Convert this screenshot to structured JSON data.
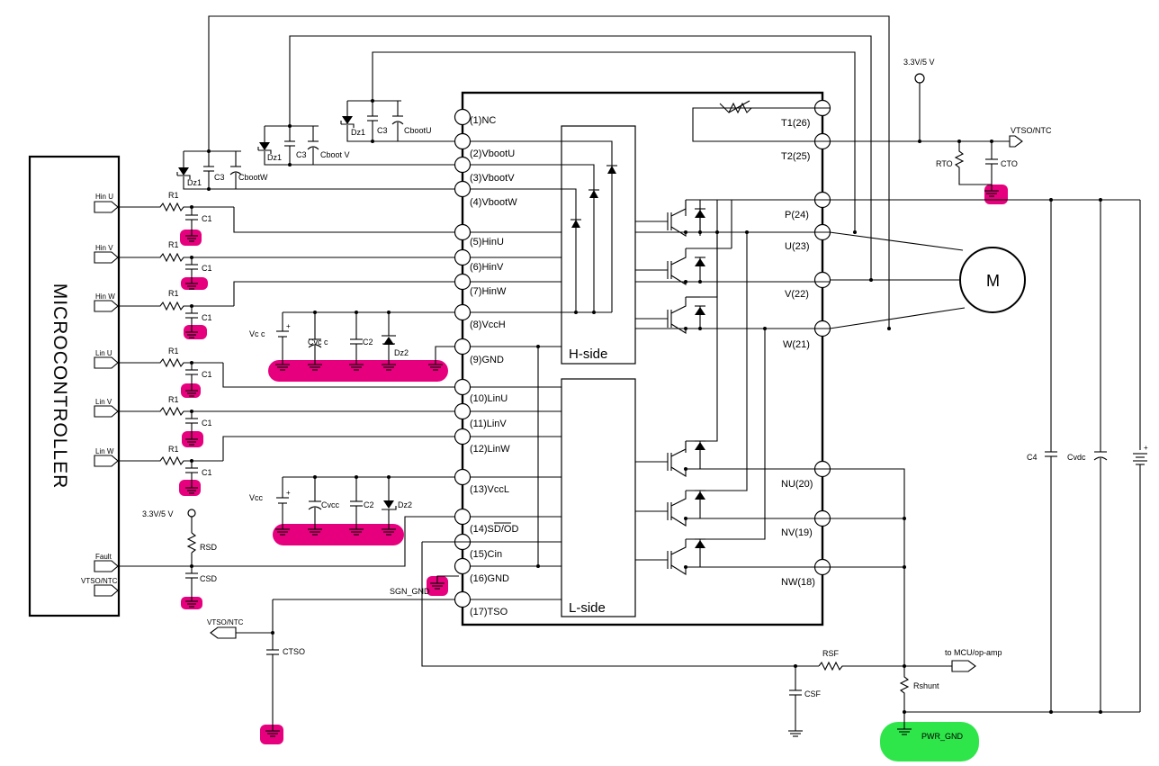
{
  "mcu": {
    "label": "MICROCONTROLLER"
  },
  "mcu_ports": [
    "Hin U",
    "Hin V",
    "Hin W",
    "Lin U",
    "Lin V",
    "Lin W",
    "Fault",
    "VTSO/NTC"
  ],
  "pins": [
    "(1)NC",
    "(2)VbootU",
    "(3)VbootV",
    "(4)VbootW",
    "(5)HinU",
    "(6)HinV",
    "(7)HinW",
    "(8)VccH",
    "(9)GND",
    "(10)LinU",
    "(11)LinV",
    "(12)LinW",
    "(13)VccL",
    "(14)SD/OD",
    "(15)Cin",
    "(16)GND",
    "(17)TSO"
  ],
  "right_pins": [
    "T1(26)",
    "T2(25)",
    "P(24)",
    "U(23)",
    "V(22)",
    "W(21)",
    "NU(20)",
    "NV(19)",
    "NW(18)"
  ],
  "blocks": {
    "high": "H-side",
    "low": "L-side"
  },
  "motor": "M",
  "components": {
    "r1": "R1",
    "c1": "C1",
    "dz1": "Dz1",
    "c3": "C3",
    "cbootU": "CbootU",
    "cbootV": "Cboot V",
    "cbootW": "CbootW",
    "vcc_top": "Vc c",
    "cvcc_top": "Cvc c",
    "c2": "C2",
    "dz2": "Dz2",
    "vcc_bot": "Vcc",
    "cvcc_bot": "Cvcc",
    "supply_rsd": "3.3V/5  V",
    "rsd": "RSD",
    "csd": "CSD",
    "vtso_ntc": "VTSO/NTC",
    "ctso": "CTSO",
    "sgn_gnd": "SGN_GND",
    "supply_top": "3.3V/5 V",
    "vtso_ntc_top": "VTSO/NTC",
    "rto": "RTO",
    "cto": "CTO",
    "rsf": "RSF",
    "to_mcu": "to MCU/op-amp",
    "csf": "CSF",
    "rshunt": "Rshunt",
    "c4": "C4",
    "cvdc": "Cvdc",
    "pwr_gnd": "PWR_GND",
    "plus": "+"
  },
  "highlight_colors": {
    "magenta": "#e6007e",
    "green": "#2ee64a"
  }
}
